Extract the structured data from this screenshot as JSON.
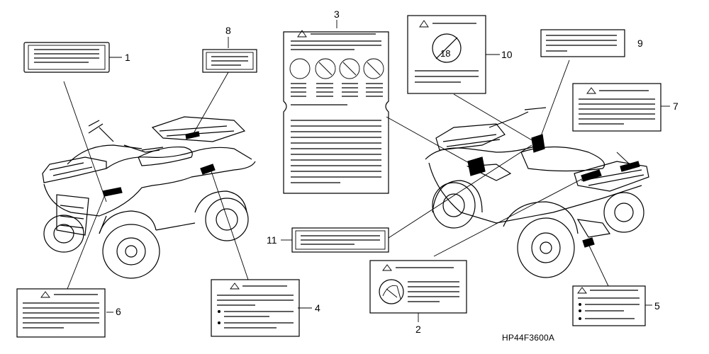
{
  "diagram": {
    "callouts": [
      "1",
      "2",
      "3",
      "4",
      "5",
      "6",
      "7",
      "8",
      "9",
      "10",
      "11"
    ],
    "label_18": "18",
    "part_code": "HP44F3600A"
  }
}
